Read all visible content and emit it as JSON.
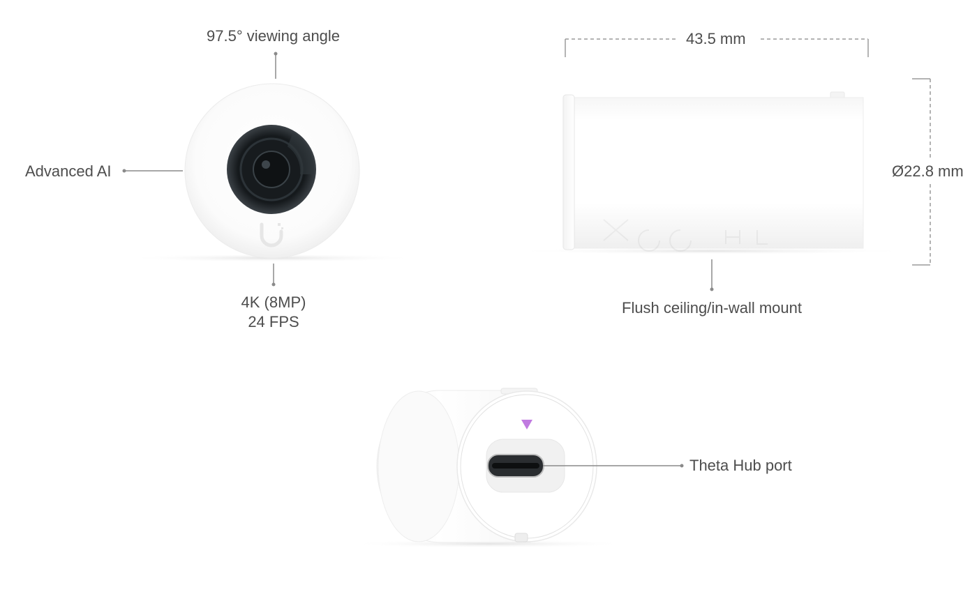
{
  "front_view": {
    "viewing_angle_label": "97.5° viewing angle",
    "ai_label": "Advanced AI",
    "resolution_label": "4K (8MP)",
    "fps_label": "24 FPS"
  },
  "side_view": {
    "length_label": "43.5 mm",
    "diameter_label": "Ø22.8 mm",
    "mount_label": "Flush ceiling/in-wall mount"
  },
  "back_view": {
    "port_label": "Theta Hub port",
    "indicator_color": "#c07ae0"
  },
  "colors": {
    "leader_line": "#8a8a8a",
    "dimension_line": "#9a9a9a",
    "body": "#ffffff",
    "shadow": "#e4e4e4",
    "lens": "#1d2124"
  }
}
